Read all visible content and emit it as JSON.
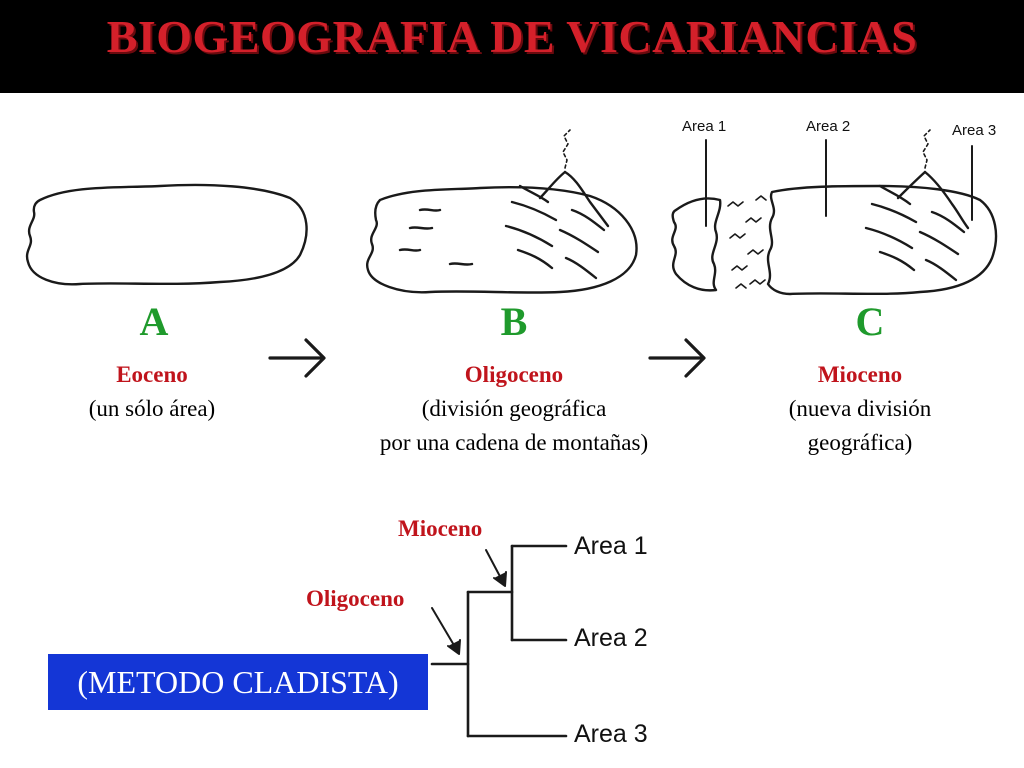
{
  "title": "BIOGEOGRAFIA DE VICARIANCIAS",
  "stages": [
    {
      "letter": "A",
      "period": "Eoceno",
      "desc": [
        "(un sólo área)"
      ]
    },
    {
      "letter": "B",
      "period": "Oligoceno",
      "desc": [
        "(división geográfica",
        "por una cadena de montañas)"
      ]
    },
    {
      "letter": "C",
      "period": "Mioceno",
      "desc": [
        "(nueva división",
        "geográfica)"
      ]
    }
  ],
  "map_labels": [
    "Area 1",
    "Area 2",
    "Area 3"
  ],
  "cladogram": {
    "node_labels": [
      "Mioceno",
      "Oligoceno"
    ],
    "leaves": [
      "Area 1",
      "Area 2",
      "Area 3"
    ]
  },
  "method": "(METODO CLADISTA)",
  "colors": {
    "title": "#d4202a",
    "header_bg": "#000000",
    "letter": "#1f9a2c",
    "period": "#c0141c",
    "method_box": "#1436d6"
  }
}
